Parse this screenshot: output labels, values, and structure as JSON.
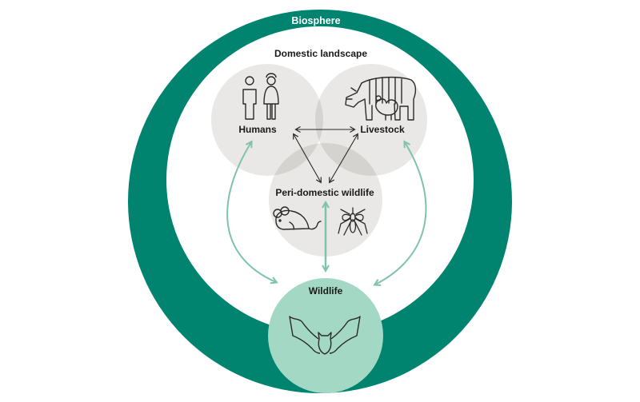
{
  "labels": {
    "biosphere": "Biosphere",
    "domestic_landscape": "Domestic landscape",
    "humans": "Humans",
    "livestock": "Livestock",
    "peri_domestic": "Peri-domestic wildlife",
    "wildlife": "Wildlife"
  },
  "colors": {
    "biosphere_ring": "#00836f",
    "wildlife_fill": "#a3d8c5",
    "domestic_fill": "#e9e8e6",
    "teal_arrow": "#7fc2ad",
    "dark_line": "#2a2a2a",
    "white": "#ffffff"
  },
  "icons": [
    "human-figures-icon",
    "livestock-icon",
    "mouse-icon",
    "mosquito-icon",
    "bat-icon"
  ]
}
